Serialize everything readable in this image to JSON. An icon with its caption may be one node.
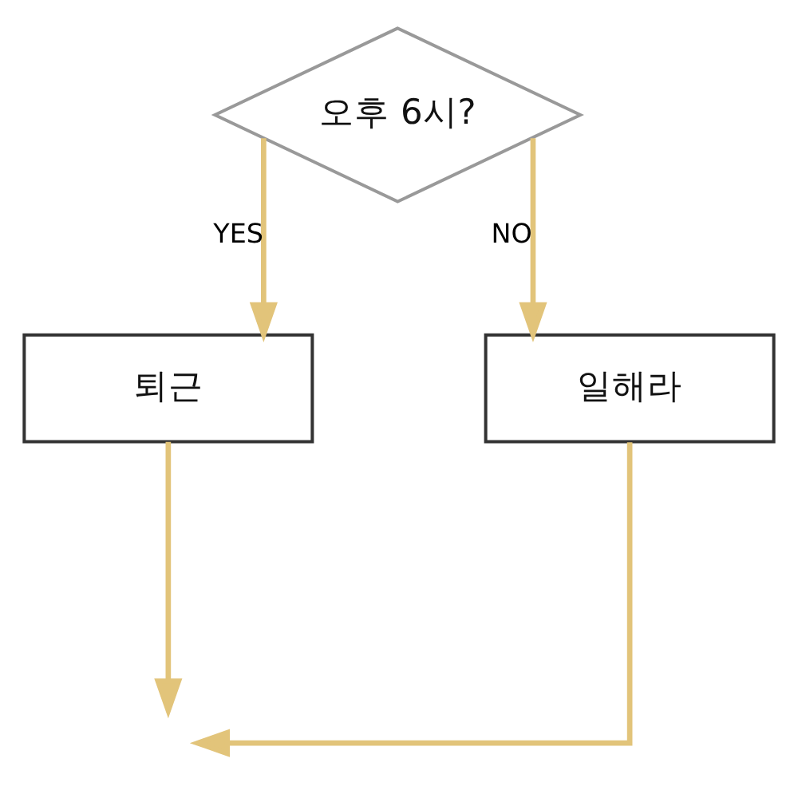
{
  "diagram": {
    "nodes": [
      {
        "text": [
          "오후 6시?"
        ]
      },
      {
        "text": [
          "퇴근"
        ]
      },
      {
        "text": [
          "일해라"
        ]
      }
    ],
    "edges": [
      {
        "from": 0,
        "to": 1,
        "label": "YES",
        "arrow": "to"
      },
      {
        "from": 0,
        "to": 2,
        "label": "NO",
        "arrow": "to"
      },
      {
        "from": 1,
        "to": null,
        "arrow": "to"
      },
      {
        "from": 2,
        "to": null,
        "arrow": "to"
      }
    ]
  }
}
